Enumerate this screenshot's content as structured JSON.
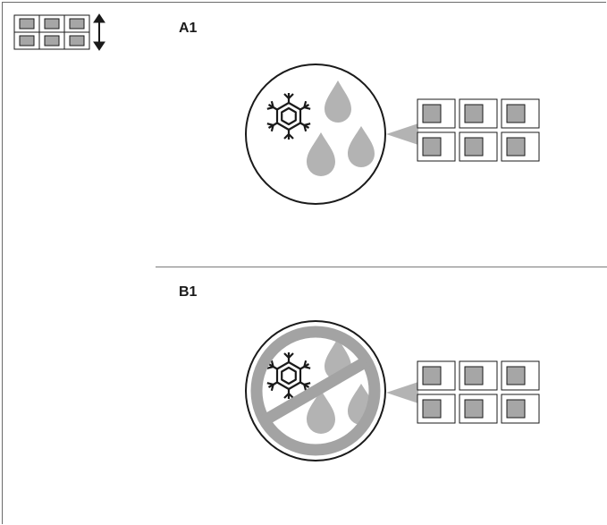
{
  "panels": {
    "a": {
      "label": "A1",
      "state": "active"
    },
    "b": {
      "label": "B1",
      "state": "prohibited"
    }
  },
  "icons": {
    "legend": "keypad-scroll-icon",
    "panel_a_symbol": "frost-condensation-icon",
    "panel_b_symbol": "no-frost-condensation-icon",
    "keypad": "keypad-grid-icon"
  },
  "colors": {
    "outline": "#1a1a1a",
    "fill_gray": "#b3b3b3",
    "key_fill": "#a6a6a6",
    "prohibition": "#a3a3a3"
  }
}
